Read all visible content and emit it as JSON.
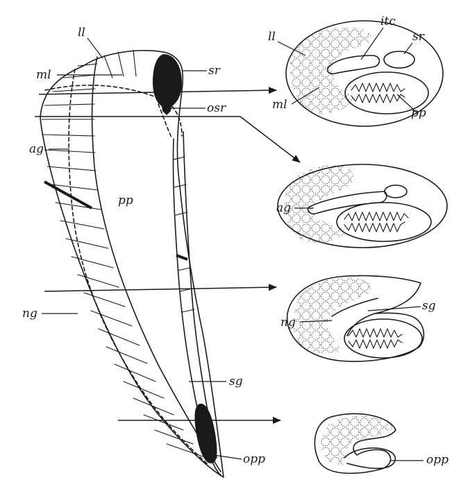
{
  "labels": {
    "ll": "ll",
    "ml": "ml",
    "ag": "ag",
    "pp": "pp",
    "ng": "ng",
    "sg": "sg",
    "sr": "sr",
    "osr": "osr",
    "opp": "opp",
    "itc": "itc"
  },
  "ink_color": "#1a1a1a"
}
